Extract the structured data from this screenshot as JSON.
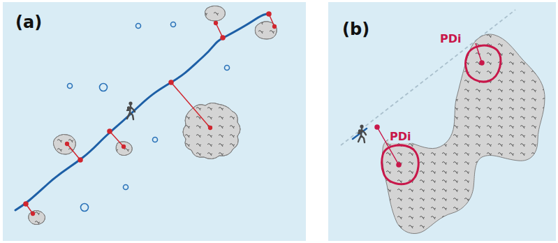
{
  "diagram": {
    "labels": [
      "(a)",
      "(b)",
      "PDi",
      "PDi"
    ]
  }
}
